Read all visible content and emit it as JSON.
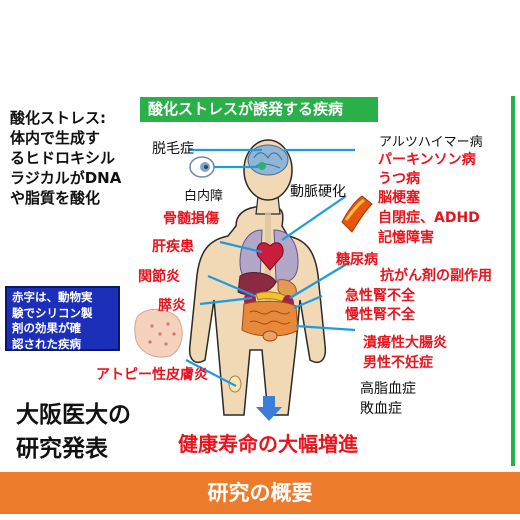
{
  "intro": {
    "lines": [
      "酸化ストレス:",
      "体内で生成す",
      "るヒドロキシル",
      "ラジカルがDNA",
      "や脂質を酸化"
    ]
  },
  "header": {
    "title": "酸化ストレスが誘発する疾病"
  },
  "note": {
    "lines": [
      "赤字は、動物実",
      "験でシリコン製",
      "剤の効果が確",
      "認された疾病"
    ]
  },
  "left_labels": {
    "hair_loss": "脱毛症",
    "cataract": "白内障",
    "bone_marrow": "骨髄損傷",
    "liver": "肝疾患",
    "arthritis": "関節炎",
    "pancreatitis": "膵炎",
    "atopic": "アトピー性皮膚炎"
  },
  "center_labels": {
    "arteriosclerosis": "動脈硬化"
  },
  "right_labels": {
    "alzheimer": "アルツハイマー病",
    "parkinson": "パーキンソン病",
    "depression": "うつ病",
    "cerebral_infarction": "脳梗塞",
    "autism": "自閉症、ADHD",
    "memory": "記憶障害",
    "diabetes": "糖尿病",
    "anticancer": "抗がん剤の副作用",
    "acute_renal": "急性腎不全",
    "chronic_renal": "慢性腎不全",
    "colitis": "潰瘍性大腸炎",
    "infertility": "男性不妊症",
    "hyperlipidemia": "高脂血症",
    "sepsis": "敗血症"
  },
  "osaka": {
    "line1": "大阪医大の",
    "line2": "研究発表"
  },
  "conclusion": "健康寿命の大幅増進",
  "footer": {
    "title": "研究の概要"
  },
  "colors": {
    "accent_green": "#29b049",
    "emphasis_red": "#e8141e",
    "note_blue": "#1c2fb8",
    "footer_orange": "#ec7b2b",
    "body_skin": "#f2d9b6",
    "pointer_blue": "#1e9be0"
  }
}
